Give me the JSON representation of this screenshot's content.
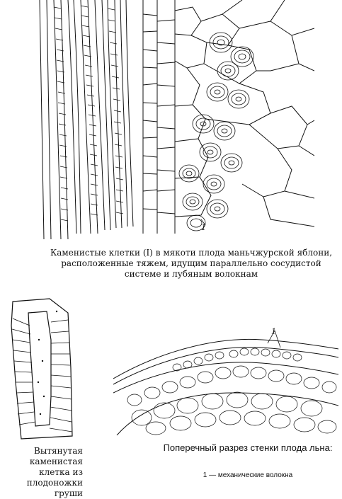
{
  "figure1": {
    "caption": "Каменистые клетки (I) в мякоти плода маньчжурской яблони, расположенные тяжем, идущим параллельно сосудистой системе и лубяным волокнам",
    "label": "1"
  },
  "figure2": {
    "caption": "Вытянутая каменистая клетка из плодоножки груши"
  },
  "figure3": {
    "caption": "Поперечный разрез стенки плода льна:",
    "legend": "1 — механические волокна",
    "label": "1"
  }
}
